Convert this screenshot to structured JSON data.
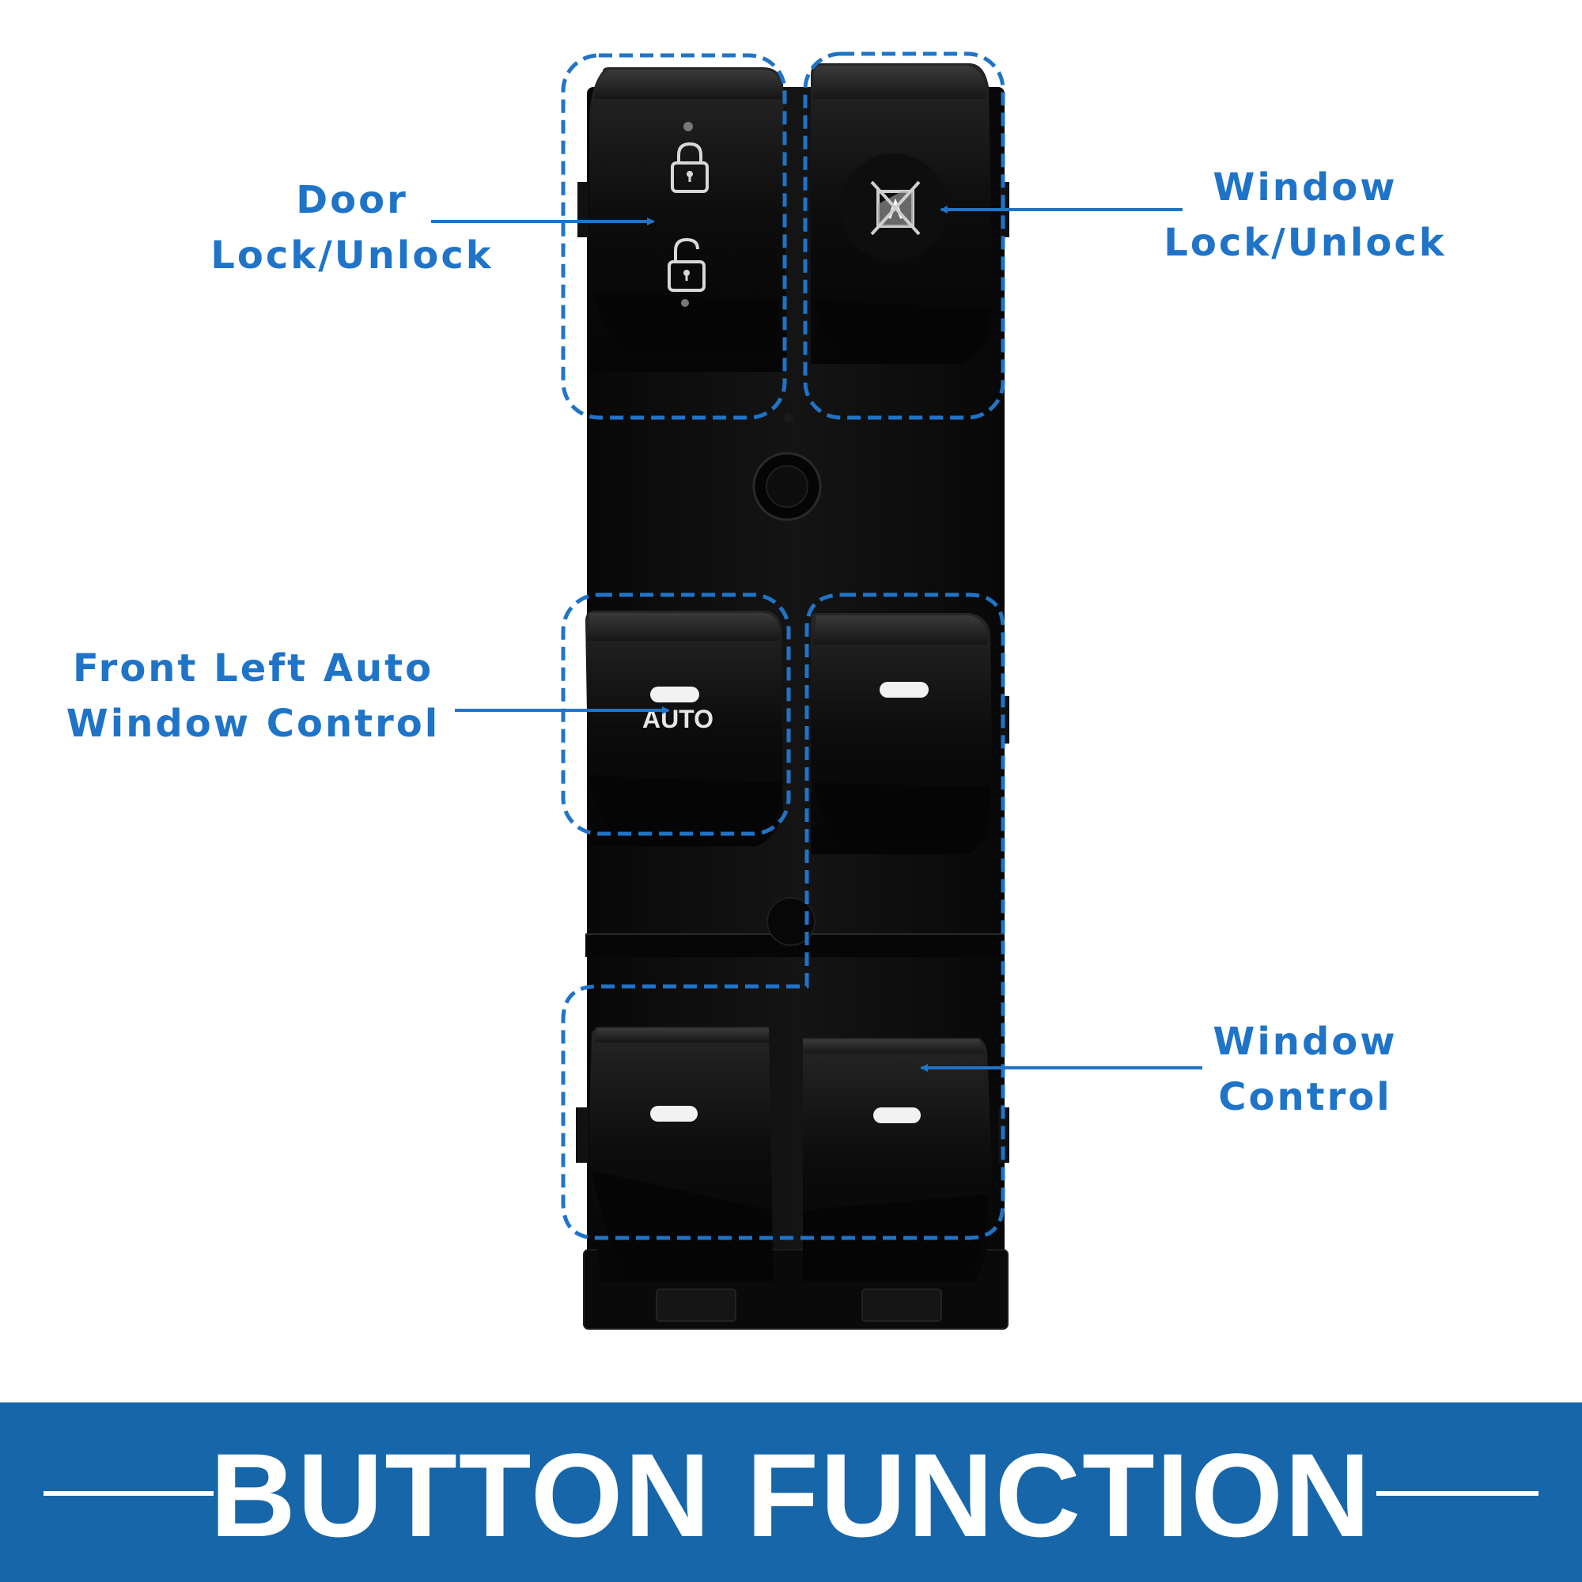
{
  "labels": {
    "door_lock": {
      "line1": "Door",
      "line2": "Lock/Unlock"
    },
    "window_lock": {
      "line1": "Window",
      "line2": "Lock/Unlock"
    },
    "front_left_auto": {
      "line1": "Front Left Auto",
      "line2": "Window Control"
    },
    "window_control": {
      "line1": "Window",
      "line2": "Control"
    }
  },
  "button_text": {
    "auto": "AUTO"
  },
  "banner": {
    "title": "BUTTON FUNCTION"
  },
  "colors": {
    "accent": "#1f74c8",
    "banner": "#1766aa",
    "panel": "#0b0b0b",
    "indicator": "#f2f2f2"
  },
  "icons": [
    "lock-closed-icon",
    "lock-open-icon",
    "window-lock-icon",
    "indicator-light"
  ]
}
